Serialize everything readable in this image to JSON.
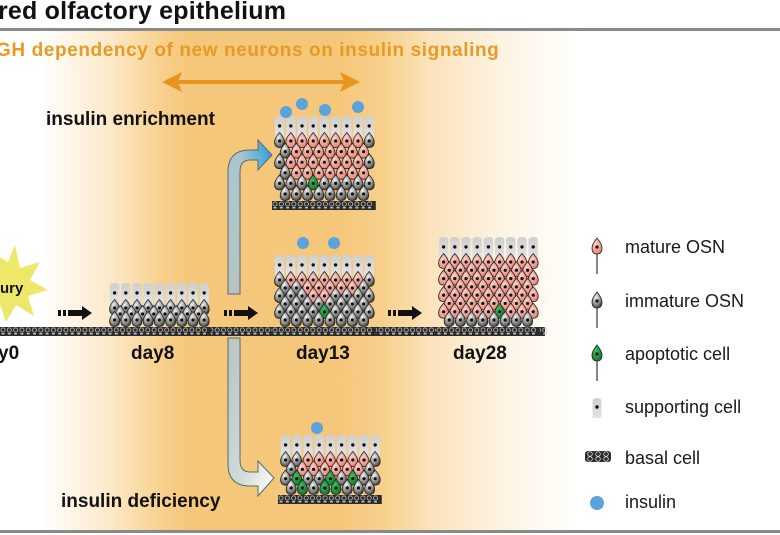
{
  "title": "red olfactory epithelium",
  "subtitle": "GH dependency of new neurons on insulin signaling",
  "injury_label": "ury",
  "timepoints": [
    {
      "id": "day0",
      "label": "y0"
    },
    {
      "id": "day8",
      "label": "day8"
    },
    {
      "id": "day13",
      "label": "day13"
    },
    {
      "id": "day28",
      "label": "day28"
    }
  ],
  "conditions": {
    "enrichment": "insulin enrichment",
    "deficiency": "insulin deficiency"
  },
  "legend": [
    {
      "key": "mature",
      "label": "mature OSN",
      "color": "#e98a80"
    },
    {
      "key": "immature",
      "label": "immature OSN",
      "color": "#555555"
    },
    {
      "key": "apoptotic",
      "label": "apoptotic cell",
      "color": "#1e8a3c"
    },
    {
      "key": "supporting",
      "label": "supporting cell",
      "color": "#d2d2d2"
    },
    {
      "key": "basal",
      "label": "basal cell",
      "color": "#333333"
    },
    {
      "key": "insulin",
      "label": "insulin",
      "color": "#5aa3dc"
    }
  ],
  "colors": {
    "accent_orange": "#e89a24",
    "background_orange": "#f5c77a",
    "rule": "#8a8a8a"
  }
}
